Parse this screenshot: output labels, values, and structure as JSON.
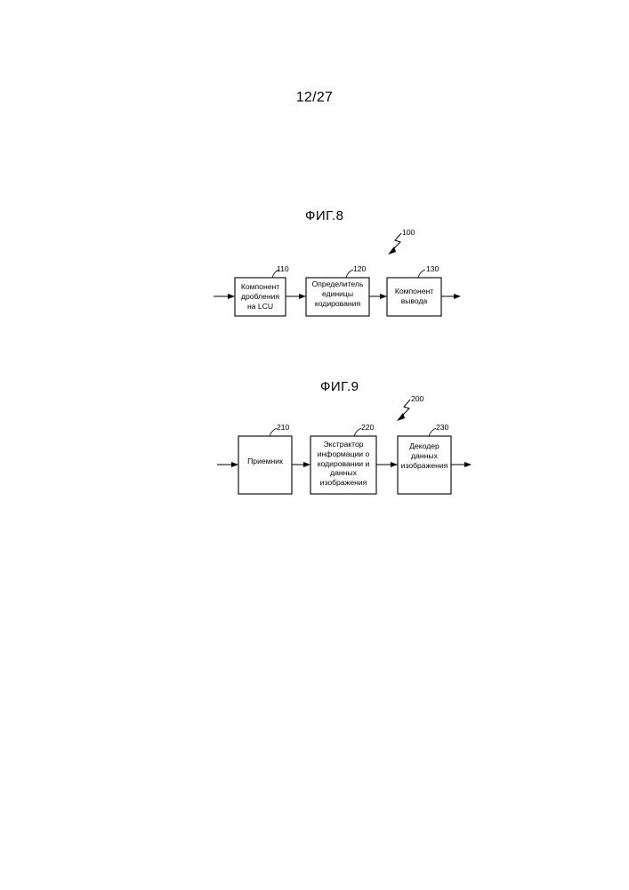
{
  "page_number": "12/27",
  "figures": [
    {
      "title": "ФИГ.8",
      "reference": "100",
      "blocks": [
        {
          "ref": "110",
          "label": "Компонент\nдробления\nна LCU"
        },
        {
          "ref": "120",
          "label": "Определитель\nединицы\nкодирования"
        },
        {
          "ref": "130",
          "label": "Компонент\nвывода"
        }
      ]
    },
    {
      "title": "ФИГ.9",
      "reference": "200",
      "blocks": [
        {
          "ref": "210",
          "label": "Приемник"
        },
        {
          "ref": "220",
          "label": "Экстрактор\nинформации о\nкодировании и\nданных\nизображения"
        },
        {
          "ref": "230",
          "label": "Декодер\nданных\nизображения"
        }
      ]
    }
  ]
}
